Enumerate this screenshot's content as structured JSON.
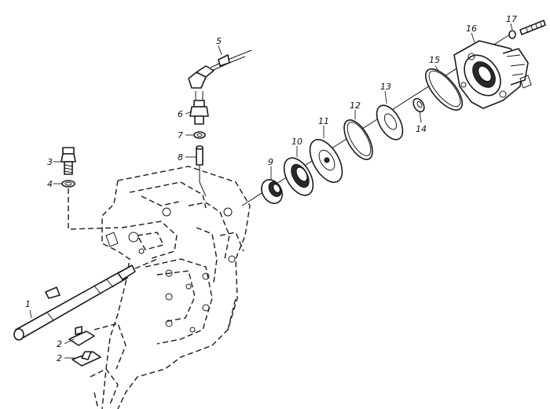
{
  "callouts": {
    "c1": "1",
    "c2a": "2",
    "c2b": "2",
    "c3": "3",
    "c4": "4",
    "c5": "5",
    "c6": "6",
    "c7": "7",
    "c8": "8",
    "c9": "9",
    "c10": "10",
    "c11": "11",
    "c12": "12",
    "c13": "13",
    "c14": "14",
    "c15": "15",
    "c16": "16",
    "c17": "17"
  }
}
